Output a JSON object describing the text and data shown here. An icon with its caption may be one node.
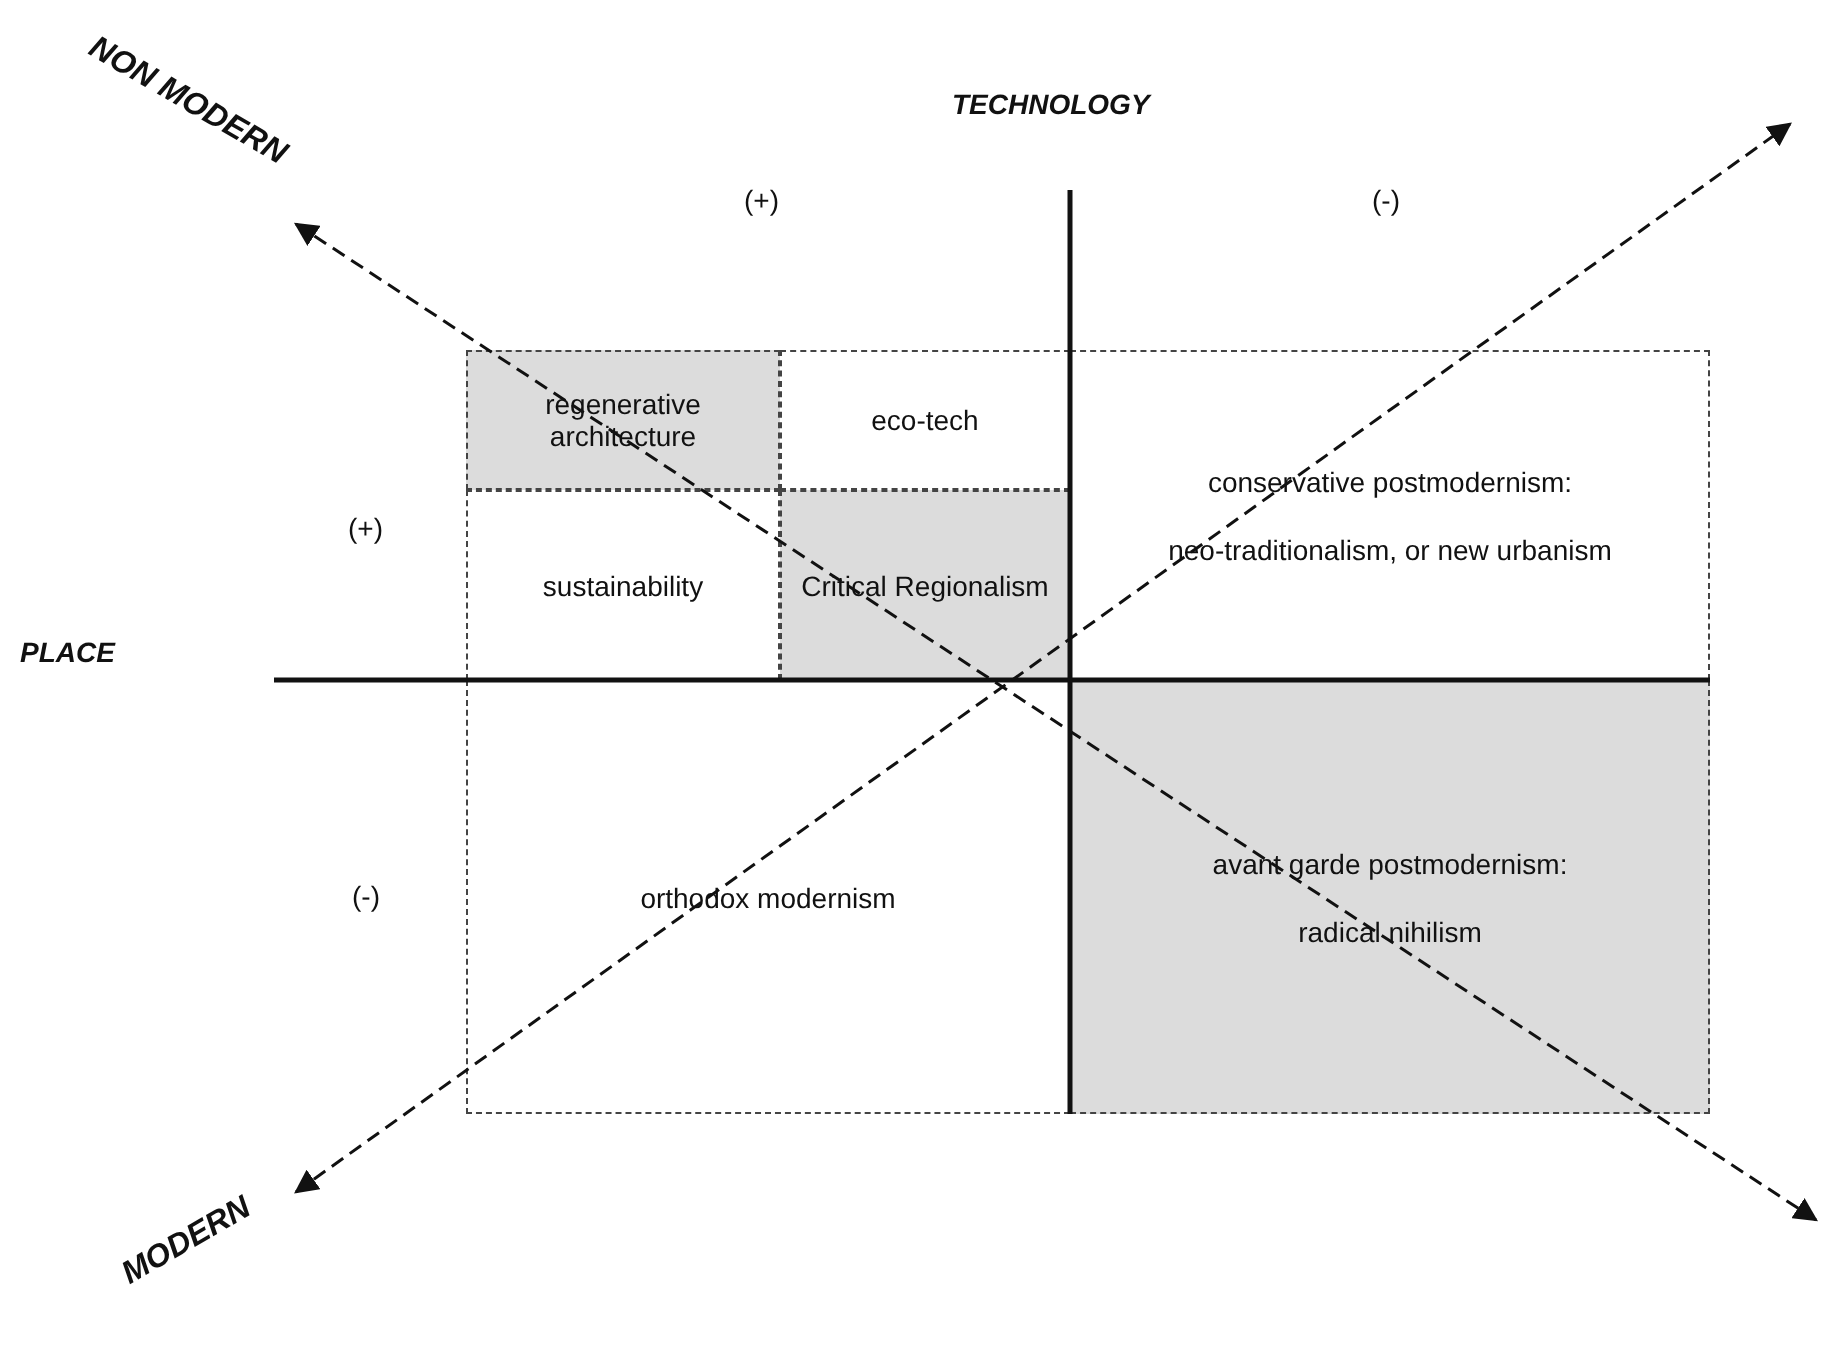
{
  "diagram": {
    "nodes": [
      {
        "text": [
          "regenerative architecture"
        ]
      },
      {
        "text": [
          "eco-tech"
        ]
      },
      {
        "text": [
          "conservative postmodernism:",
          "neo-traditionalism, or new urbanism"
        ]
      },
      {
        "text": [
          "sustainability"
        ]
      },
      {
        "text": [
          "Critical Regionalism"
        ]
      },
      {
        "text": [
          "orthodox modernism"
        ]
      },
      {
        "text": [
          "avant garde postmodernism:",
          "radical nihilism"
        ]
      }
    ],
    "labels": [
      "NON MODERN",
      "TECHNOLOGY",
      "(+)",
      "(-)",
      "(+)",
      "PLACE",
      "(-)",
      "MODERN"
    ]
  }
}
